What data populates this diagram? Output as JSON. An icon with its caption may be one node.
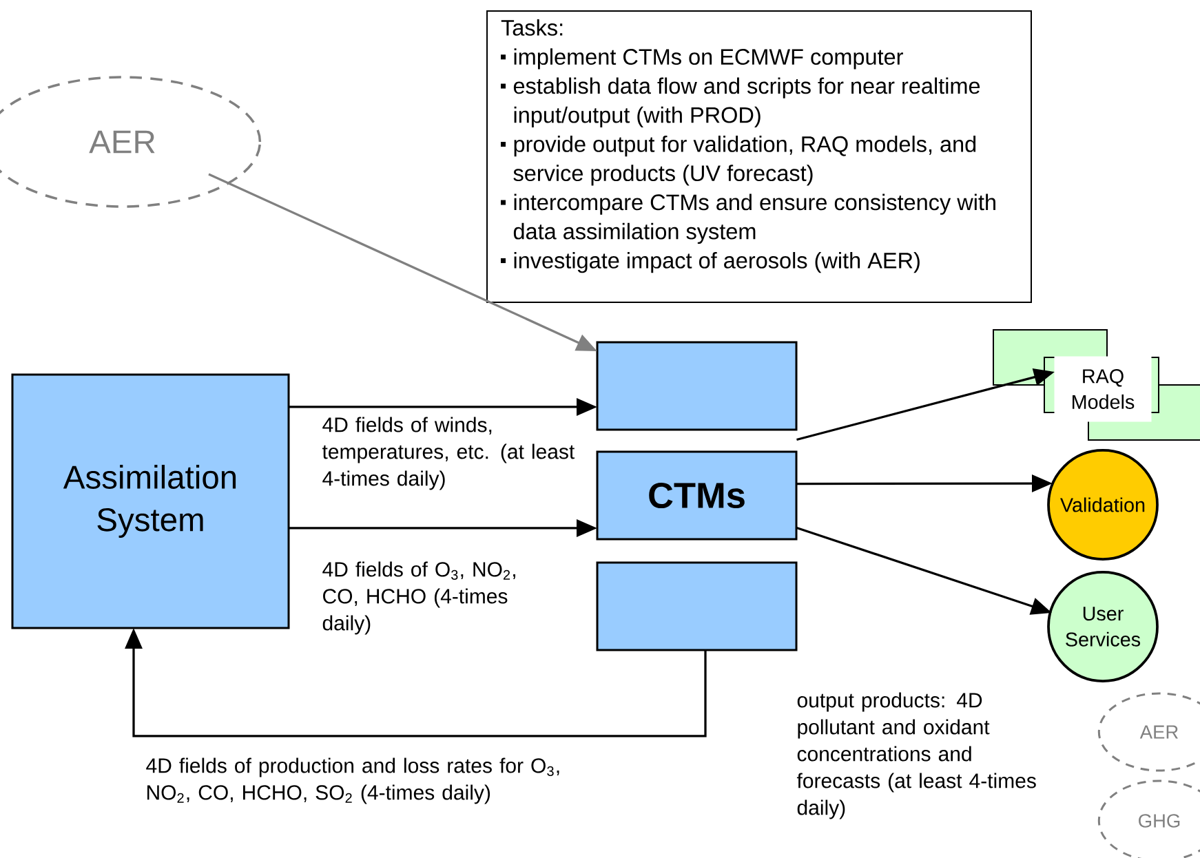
{
  "diagram": {
    "nodes": [
      {
        "text": [
          "Tasks:",
          "implement CTMs on ECMWF computer",
          "establish data flow and scripts for near realtime input/output (with PROD)",
          "provide output for validation, RAQ models, and service products (UV forecast)",
          "intercompare CTMs and ensure consistency with data assimilation system",
          "investigate impact of aerosols (with AER)"
        ]
      },
      {
        "text": [
          "AER"
        ]
      },
      {
        "text": [
          "Assimilation System"
        ]
      },
      {
        "text": [],
        "shape": "box"
      },
      {
        "text": [
          "CTMs"
        ]
      },
      {
        "text": [],
        "shape": "box"
      },
      {
        "text": [
          "RAQ Models"
        ]
      },
      {
        "text": [
          "Validation"
        ]
      },
      {
        "text": [
          "User Services"
        ]
      },
      {
        "text": [
          "AER"
        ]
      },
      {
        "text": [
          "GHG"
        ]
      }
    ],
    "edges": [
      {
        "from": 1,
        "to": 3,
        "arrow": "to",
        "color": "#808080"
      },
      {
        "from": 2,
        "to": 3,
        "arrow": "to",
        "label": "4D fields of winds, temperatures, etc. (at least 4-times daily)"
      },
      {
        "from": 2,
        "to": 4,
        "arrow": "to",
        "label": "4D fields of O$_{3}$, NO$_{2}$, CO, HCHO (4-times daily)"
      },
      {
        "from": 5,
        "to": 2,
        "arrow": "to",
        "label": "4D fields of production and loss rates for O$_{3}$, NO$_{2}$, CO, HCHO, SO$_{2}$ (4-times daily)"
      },
      {
        "from": 4,
        "to": 6,
        "arrow": "to"
      },
      {
        "from": 4,
        "to": 7,
        "arrow": "to"
      },
      {
        "from": 4,
        "to": 8,
        "arrow": "to"
      }
    ],
    "labels": [
      "output products: 4D pollutant and oxidant concentrations and forecasts (at least 4-times daily)"
    ]
  }
}
